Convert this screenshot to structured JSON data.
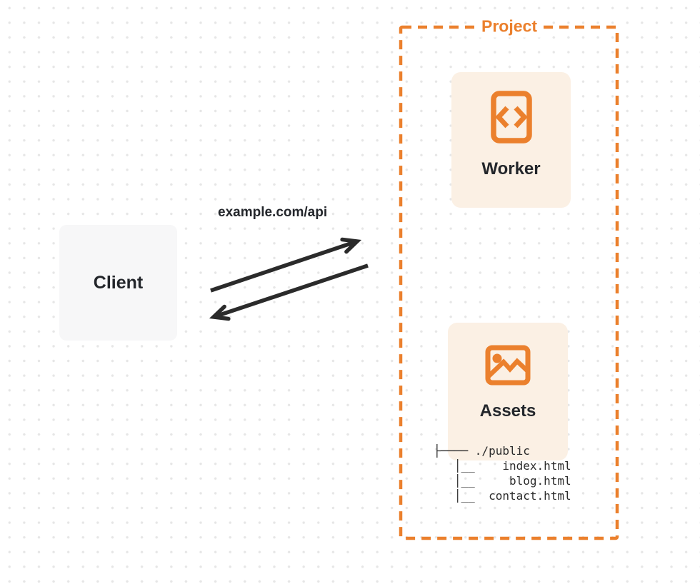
{
  "diagram": {
    "client": {
      "label": "Client"
    },
    "request_label": "example.com/api",
    "project": {
      "label": "Project",
      "worker": {
        "label": "Worker",
        "icon": "code-file-icon"
      },
      "assets": {
        "label": "Assets",
        "icon": "image-icon",
        "tree": [
          "├──── ./public",
          "   │__    index.html",
          "   │__     blog.html",
          "   │__  contact.html"
        ]
      }
    },
    "colors": {
      "accent_orange": "#EB802D",
      "node_fill": "#FBF0E4",
      "client_fill": "#F7F7F8",
      "arrow_dark": "#2B2B2B",
      "text_dark": "#23262B",
      "grid_dot": "#E6E6E6",
      "background": "#FFFFFF"
    }
  }
}
